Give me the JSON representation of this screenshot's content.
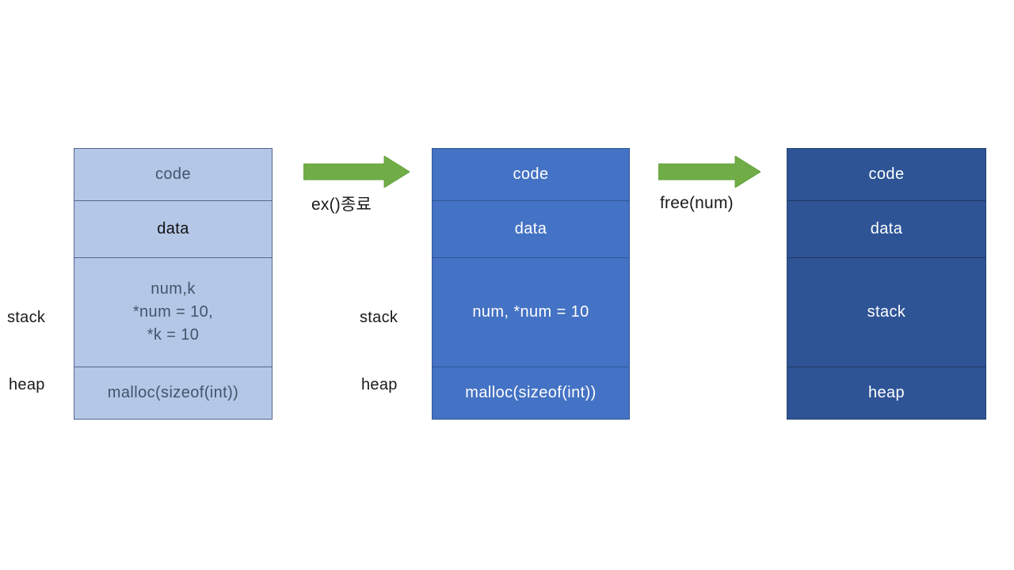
{
  "slide": {
    "background": "#ffffff",
    "description_colors": {
      "stage1_fill": "#b4c7e7",
      "stage1_border": "#54678f",
      "stage1_text": "#44546a",
      "stage2_fill": "#4472c4",
      "stage2_border": "#2f5597",
      "stage3_fill": "#2e5496",
      "stage3_border": "#24426f",
      "arrow_green": "#70ad47",
      "label_black": "#1a1a1a"
    }
  },
  "stages": [
    {
      "rows": [
        {
          "lines": [
            "code"
          ]
        },
        {
          "lines": [
            "data"
          ]
        },
        {
          "lines": [
            "num,k",
            "*num = 10,",
            "*k = 10"
          ]
        },
        {
          "lines": [
            "malloc(sizeof(int))"
          ]
        }
      ],
      "side_labels": [
        {
          "text": "stack"
        },
        {
          "text": "heap"
        }
      ]
    },
    {
      "rows": [
        {
          "lines": [
            "code"
          ]
        },
        {
          "lines": [
            "data"
          ]
        },
        {
          "lines": [
            "num, *num = 10"
          ]
        },
        {
          "lines": [
            "malloc(sizeof(int))"
          ]
        }
      ],
      "side_labels": [
        {
          "text": "stack"
        },
        {
          "text": "heap"
        }
      ]
    },
    {
      "rows": [
        {
          "lines": [
            "code"
          ]
        },
        {
          "lines": [
            "data"
          ]
        },
        {
          "lines": [
            "stack"
          ]
        },
        {
          "lines": [
            "heap"
          ]
        }
      ],
      "side_labels": []
    }
  ],
  "arrows": [
    {
      "label": "ex()종료"
    },
    {
      "label": "free(num)"
    }
  ]
}
